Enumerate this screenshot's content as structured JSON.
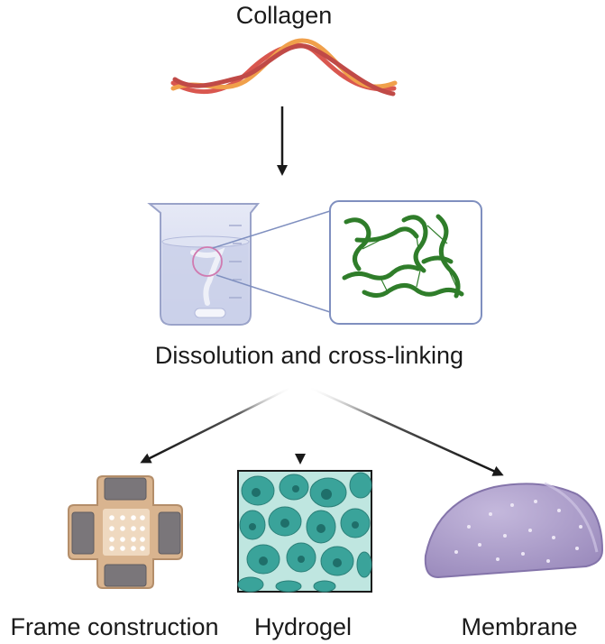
{
  "diagram": {
    "source": {
      "label": "Collagen",
      "icon": "collagen-triple-helix-icon"
    },
    "process": {
      "label": "Dissolution and cross-linking",
      "icon": "beaker-with-stir-bar-icon",
      "detail_icon": "crosslinked-network-icon"
    },
    "outputs": [
      {
        "label": "Frame construction",
        "icon": "frame-scaffold-icon"
      },
      {
        "label": "Hydrogel",
        "icon": "hydrogel-pores-icon"
      },
      {
        "label": "Membrane",
        "icon": "membrane-dome-icon"
      }
    ],
    "colors": {
      "helix_red": "#d9574f",
      "helix_orange": "#f0a04b",
      "network_green": "#2f7d2a",
      "hydrogel_teal": "#3aa39a",
      "membrane_purple": "#a99ac6",
      "frame_tan": "#d9b48f",
      "beaker_outline": "#9aa3c9",
      "callout_border": "#7f8fbf"
    }
  }
}
